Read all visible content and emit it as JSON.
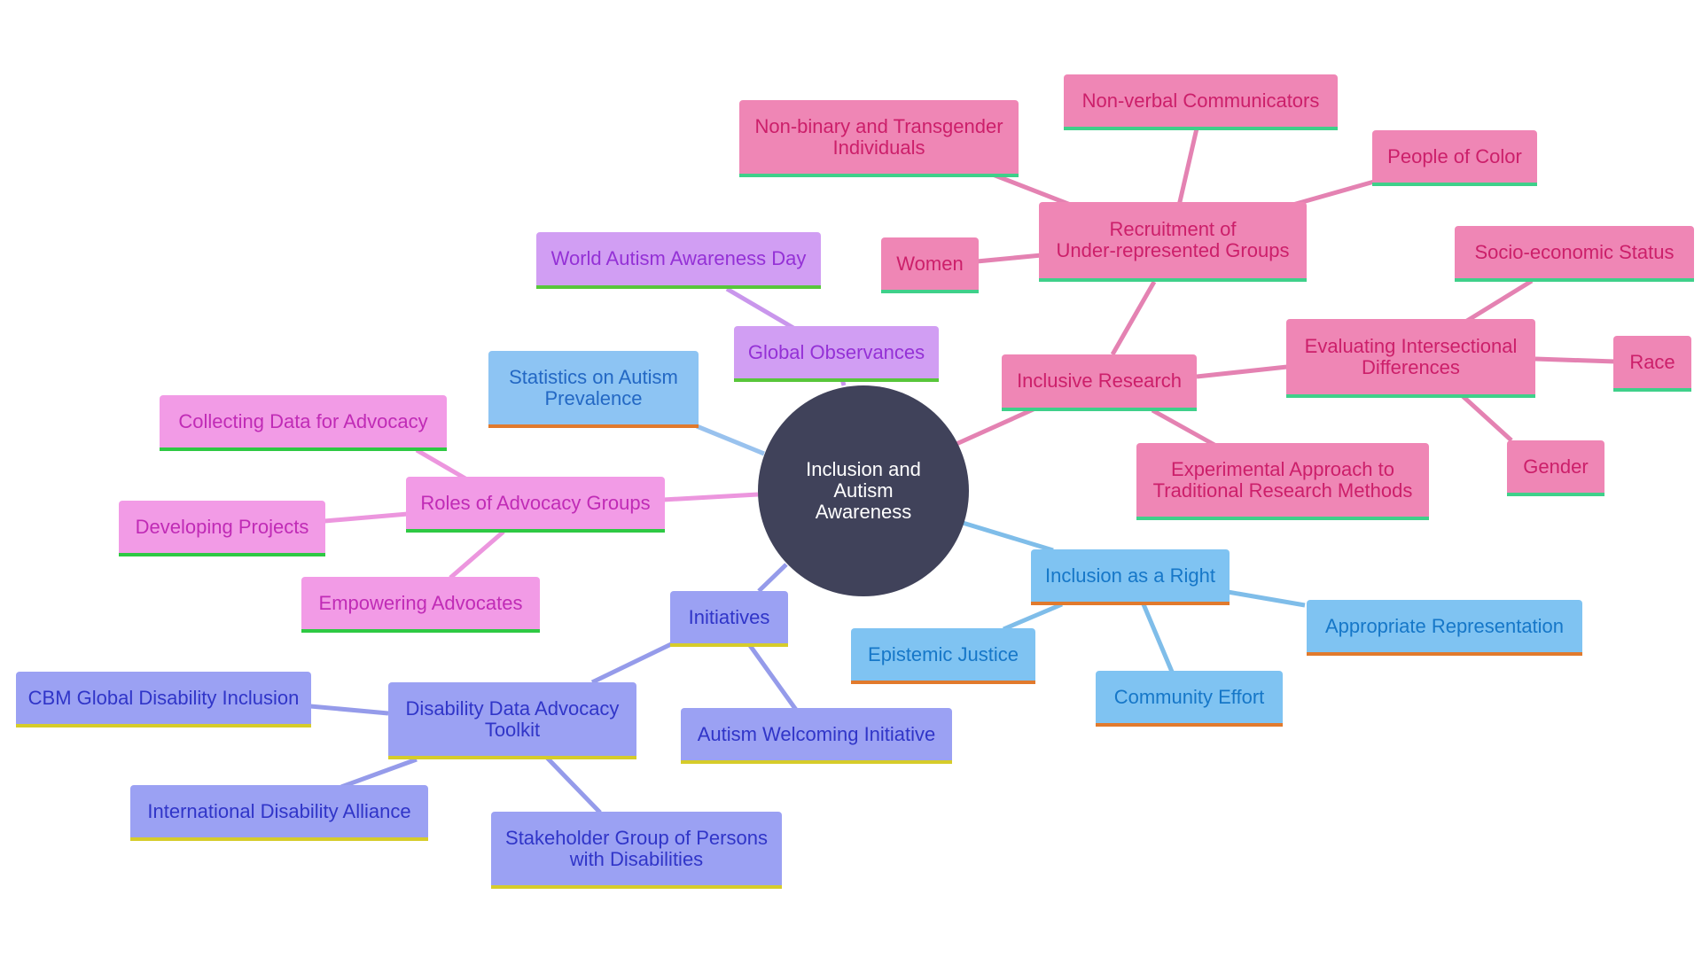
{
  "center": {
    "label": "Inclusion and Autism\nAwareness"
  },
  "branches": {
    "inclusive_research": {
      "label": "Inclusive Research",
      "recruitment": "Recruitment of\nUnder-represented Groups",
      "non_binary": "Non-binary and Transgender\nIndividuals",
      "non_verbal": "Non-verbal Communicators",
      "people_of_color": "People of Color",
      "women": "Women",
      "evaluating": "Evaluating Intersectional\nDifferences",
      "socio_economic": "Socio-economic Status",
      "race": "Race",
      "gender": "Gender",
      "experimental": "Experimental Approach to\nTraditional Research Methods"
    },
    "global_observances": {
      "label": "Global Observances",
      "world_day": "World Autism Awareness Day"
    },
    "statistics": {
      "label": "Statistics on Autism\nPrevalence"
    },
    "advocacy": {
      "label": "Roles of Advocacy Groups",
      "collecting": "Collecting Data for Advocacy",
      "developing": "Developing Projects",
      "empowering": "Empowering Advocates"
    },
    "initiatives": {
      "label": "Initiatives",
      "toolkit": "Disability Data Advocacy\nToolkit",
      "cbm": "CBM Global Disability Inclusion",
      "ida": "International Disability Alliance",
      "stakeholder": "Stakeholder Group of Persons\nwith Disabilities",
      "welcoming": "Autism Welcoming Initiative"
    },
    "inclusion_right": {
      "label": "Inclusion as a Right",
      "epistemic": "Epistemic Justice",
      "community": "Community Effort",
      "representation": "Appropriate Representation"
    }
  },
  "colors": {
    "center": "#40425a",
    "research": "#ef86b5",
    "observances": "#d19ef3",
    "statistics": "#8dc4f3",
    "advocacy": "#f29be6",
    "initiatives": "#9ba1f3",
    "inclusion_right": "#7fc3f2"
  }
}
